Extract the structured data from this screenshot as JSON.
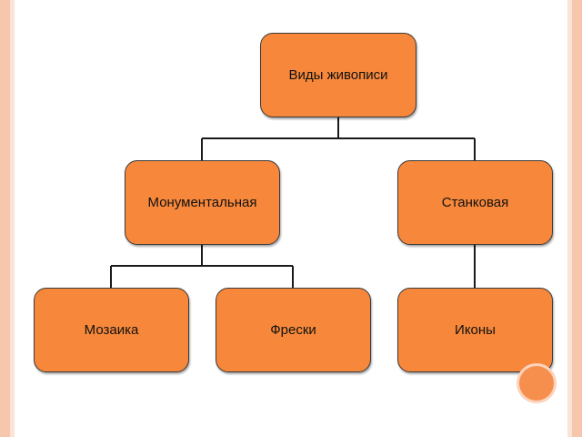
{
  "diagram": {
    "root": {
      "label": "Виды живописи"
    },
    "level1": [
      {
        "label": "Монументальная"
      },
      {
        "label": "Станковая"
      }
    ],
    "level2": [
      {
        "label": "Мозаика"
      },
      {
        "label": "Фрески"
      },
      {
        "label": "Иконы"
      }
    ],
    "edges": [
      {
        "from": "Виды живописи",
        "to": "Монументальная"
      },
      {
        "from": "Виды живописи",
        "to": "Станковая"
      },
      {
        "from": "Монументальная",
        "to": "Мозаика"
      },
      {
        "from": "Монументальная",
        "to": "Фрески"
      },
      {
        "from": "Станковая",
        "to": "Иконы"
      }
    ]
  },
  "colors": {
    "node_fill": "#f7883b",
    "node_border": "#3a3a3a",
    "slide_border": "#f6c7ad",
    "accent_circle": "#f68f4d"
  }
}
